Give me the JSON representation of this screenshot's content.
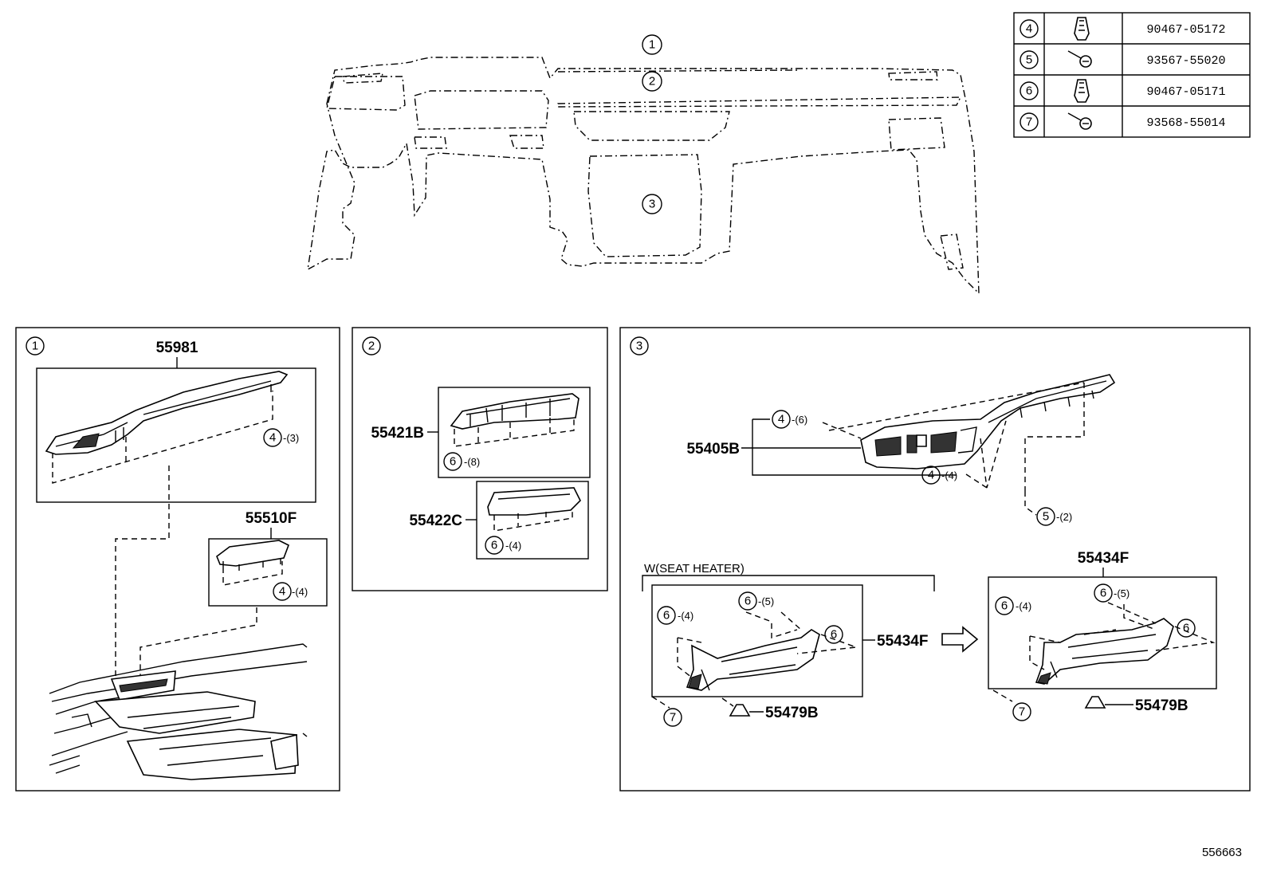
{
  "fastener_table": [
    {
      "ref": "4",
      "part_no": "90467-05172",
      "icon": "clip-icon"
    },
    {
      "ref": "5",
      "part_no": "93567-55020",
      "icon": "screw-icon"
    },
    {
      "ref": "6",
      "part_no": "90467-05171",
      "icon": "clip-icon"
    },
    {
      "ref": "7",
      "part_no": "93568-55014",
      "icon": "screw-icon"
    }
  ],
  "overview": {
    "refs": [
      "1",
      "2",
      "3"
    ]
  },
  "panel1": {
    "ref": "1",
    "upper_part": "55981",
    "upper_clip": {
      "ref": "4",
      "qty": "-(3)"
    },
    "lower_part": "55510F",
    "lower_clip": {
      "ref": "4",
      "qty": "-(4)"
    }
  },
  "panel2": {
    "ref": "2",
    "upper_part": "55421B",
    "upper_clip": {
      "ref": "6",
      "qty": "-(8)"
    },
    "lower_part": "55422C",
    "lower_clip": {
      "ref": "6",
      "qty": "-(4)"
    }
  },
  "panel3": {
    "ref": "3",
    "main_part": "55405B",
    "clip_a": {
      "ref": "4",
      "qty": "-(6)"
    },
    "clip_b": {
      "ref": "4",
      "qty": "-(4)"
    },
    "screw": {
      "ref": "5",
      "qty": "-(2)"
    },
    "variant_label": "W(SEAT HEATER)",
    "left_group": {
      "part": "55434F",
      "clip_a": {
        "ref": "6",
        "qty": "-(4)"
      },
      "clip_b": {
        "ref": "6",
        "qty": "-(5)"
      },
      "clip_c": {
        "ref": "6"
      },
      "screw": {
        "ref": "7"
      },
      "button": "55479B"
    },
    "right_group": {
      "part": "55434F",
      "clip_a": {
        "ref": "6",
        "qty": "-(4)"
      },
      "clip_b": {
        "ref": "6",
        "qty": "-(5)"
      },
      "clip_c": {
        "ref": "6"
      },
      "screw": {
        "ref": "7"
      },
      "button": "55479B"
    }
  },
  "diagram_id": "556663"
}
